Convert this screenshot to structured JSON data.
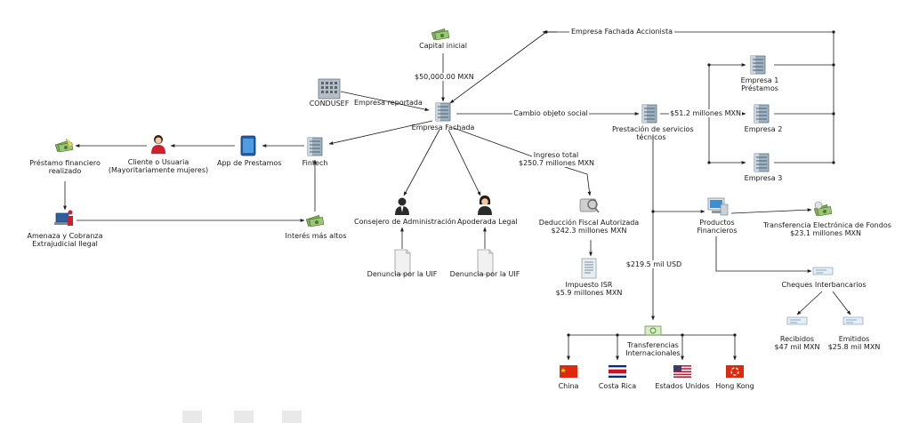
{
  "nodes": {
    "capital_inicial": "Capital inicial",
    "condusef": "CONDUSEF",
    "empresa_fachada": "Empresa Fachada",
    "fintech": "Fintech",
    "app_prestamos": "App de Prestamos",
    "cliente": [
      "Cliente o Usuaria",
      "(Mayoritariamente mujeres)"
    ],
    "prestamo": [
      "Préstamo financiero",
      "realizado"
    ],
    "amenaza": [
      "Amenaza y Cobranza",
      "Extrajudicial Ilegal"
    ],
    "interes": "Interés más altos",
    "consejo": "Consejero de Administración",
    "apoderada": "Apoderada Legal",
    "denuncia_1": "Denuncia por la UIF",
    "denuncia_2": "Denuncia por la UIF",
    "prestacion": [
      "Prestación de servicios",
      "técnicos"
    ],
    "empresa_1": [
      "Empresa 1",
      "Préstamos"
    ],
    "empresa_2": "Empresa 2",
    "empresa_3": "Empresa 3",
    "deduccion": [
      "Deducción Fiscal Autorizada",
      "$242.3 millones MXN"
    ],
    "impuesto": [
      "Impuesto ISR",
      "$5.9 millones MXN"
    ],
    "productos": [
      "Productos",
      "Financieros"
    ],
    "transferencia_electronica": [
      "Transferencia Electrónica de Fondos",
      "$23.1 millones MXN"
    ],
    "cheques": "Cheques Interbancarios",
    "recibidos": [
      "Recibidos",
      "$47 mil MXN"
    ],
    "emitidos": [
      "Emitidos",
      "$25.8 mil MXN"
    ],
    "transferencias_internacionales": [
      "Transferencias",
      "Internacionales"
    ],
    "china": "China",
    "costa_rica": "Costa Rica",
    "estados_unidos": "Estados Unidos",
    "hong_kong": "Hong Kong"
  },
  "edges": {
    "capital_amount": "$50,000.00 MXN",
    "empresa_reportada": "Empresa reportada",
    "accionista": "Empresa Fachada Accionista",
    "cambio_objeto": "Cambio objeto social",
    "millones_512": "$51.2 millones MXN",
    "ingreso_total": [
      "Ingreso total",
      "$250.7 millones MXN"
    ],
    "usd_2195": "$219.5 mil USD"
  },
  "colors": {
    "line": "#1c1c1c",
    "building": "#8da3b4",
    "money": "#5e8a3e",
    "flag_china": "#de2910",
    "flag_hk": "#de2910",
    "flag_us": "#3c3b6e",
    "flag_cr": "#002b7f"
  }
}
